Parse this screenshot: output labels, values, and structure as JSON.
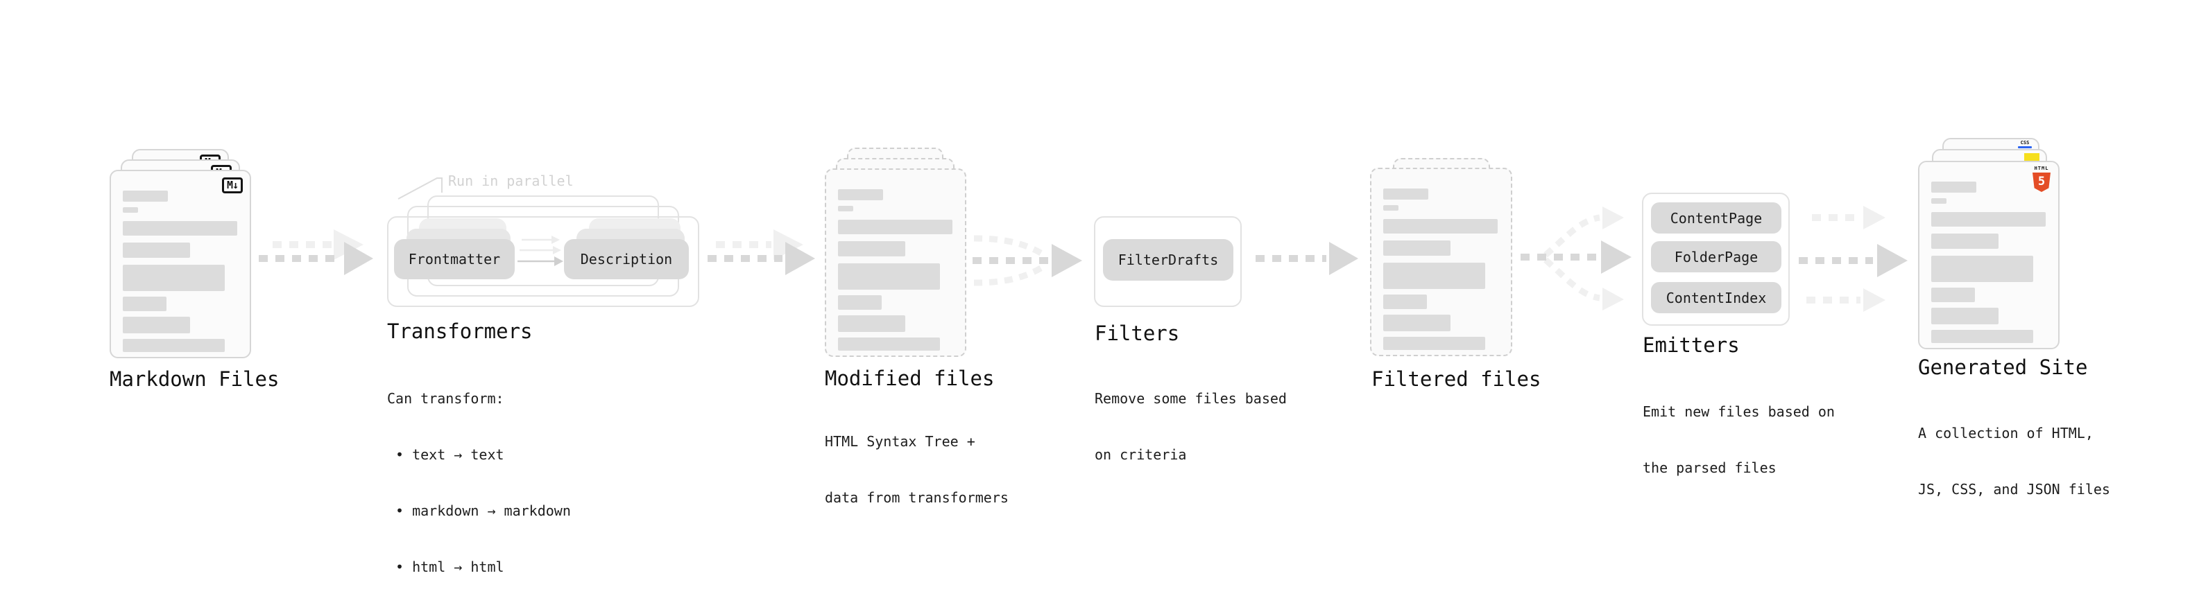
{
  "colors": {
    "text": "#161616",
    "card_border": "#d6d6d6",
    "dashed_border": "#cfcfcf",
    "placeholder_bar": "#dcdcdc",
    "pill_gray": "#dadada",
    "arrow_gray": "#d8d8d8",
    "annotation_gray": "#d2d2d2",
    "html5_orange": "#e44d26",
    "js_yellow": "#f6df1d",
    "css_blue": "#2b63f1"
  },
  "stages": {
    "markdown_files": {
      "label": "Markdown Files",
      "badge": "M↓"
    },
    "transformers": {
      "label": "Transformers",
      "annotation": "Run in parallel",
      "pill_left": "Frontmatter",
      "pill_right": "Description",
      "body_title": "Can transform:",
      "bullets": [
        "• text → text",
        "• markdown → markdown",
        "• html → html"
      ]
    },
    "modified_files": {
      "label": "Modified files",
      "body": [
        "HTML Syntax Tree +",
        "data from transformers"
      ]
    },
    "filters": {
      "label": "Filters",
      "pill": "FilterDrafts",
      "body": [
        "Remove some files based",
        "on criteria"
      ]
    },
    "filtered_files": {
      "label": "Filtered files"
    },
    "emitters": {
      "label": "Emitters",
      "pills": [
        "ContentPage",
        "FolderPage",
        "ContentIndex"
      ],
      "body": [
        "Emit new files based on",
        "the parsed files"
      ]
    },
    "generated_site": {
      "label": "Generated Site",
      "body": [
        "A collection of HTML,",
        "JS, CSS, and JSON files"
      ],
      "css_badge": "CSS",
      "html_badge_word": "HTML",
      "html_badge_number": "5"
    }
  }
}
